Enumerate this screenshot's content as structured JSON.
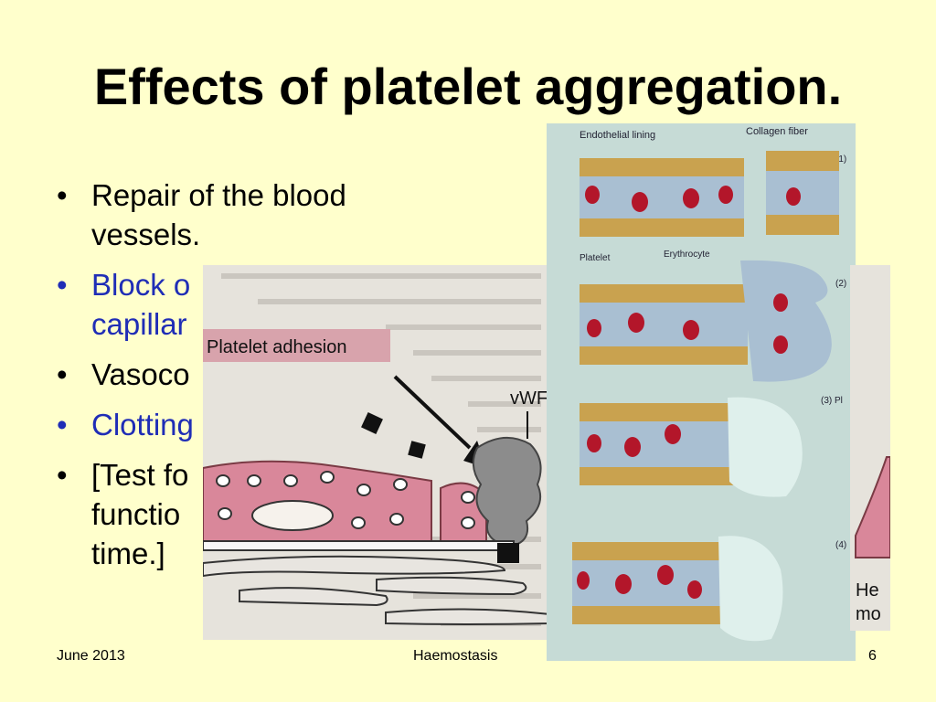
{
  "slide": {
    "title": "Effects of platelet aggregation.",
    "bullets": [
      {
        "text": "Repair of the blood vessels.",
        "color": "#000000"
      },
      {
        "text": "Block o",
        "line2": "capillar",
        "color": "#1f2db6"
      },
      {
        "text": "Vasoco",
        "color": "#000000"
      },
      {
        "text": "Clotting",
        "color": "#1f2db6"
      },
      {
        "text": "[Test fo",
        "line2": "functio",
        "line3": "time.]",
        "color": "#000000"
      }
    ]
  },
  "figure_left": {
    "label": "Platelet adhesion",
    "vwf_label": "vWF"
  },
  "figure_right": {
    "endothelial_label": "Endothelial lining",
    "collagen_label": "Collagen fiber",
    "platelet_label": "Platelet",
    "erythrocyte_label": "Erythrocyte",
    "step1": "(1)",
    "step2": "(2)",
    "step3": "(3) Pl",
    "step4": "(4)"
  },
  "figure_edge": {
    "text1": "He",
    "text2": "mo"
  },
  "footer": {
    "date": "June 2013",
    "topic": "Haemostasis",
    "page": "6"
  }
}
